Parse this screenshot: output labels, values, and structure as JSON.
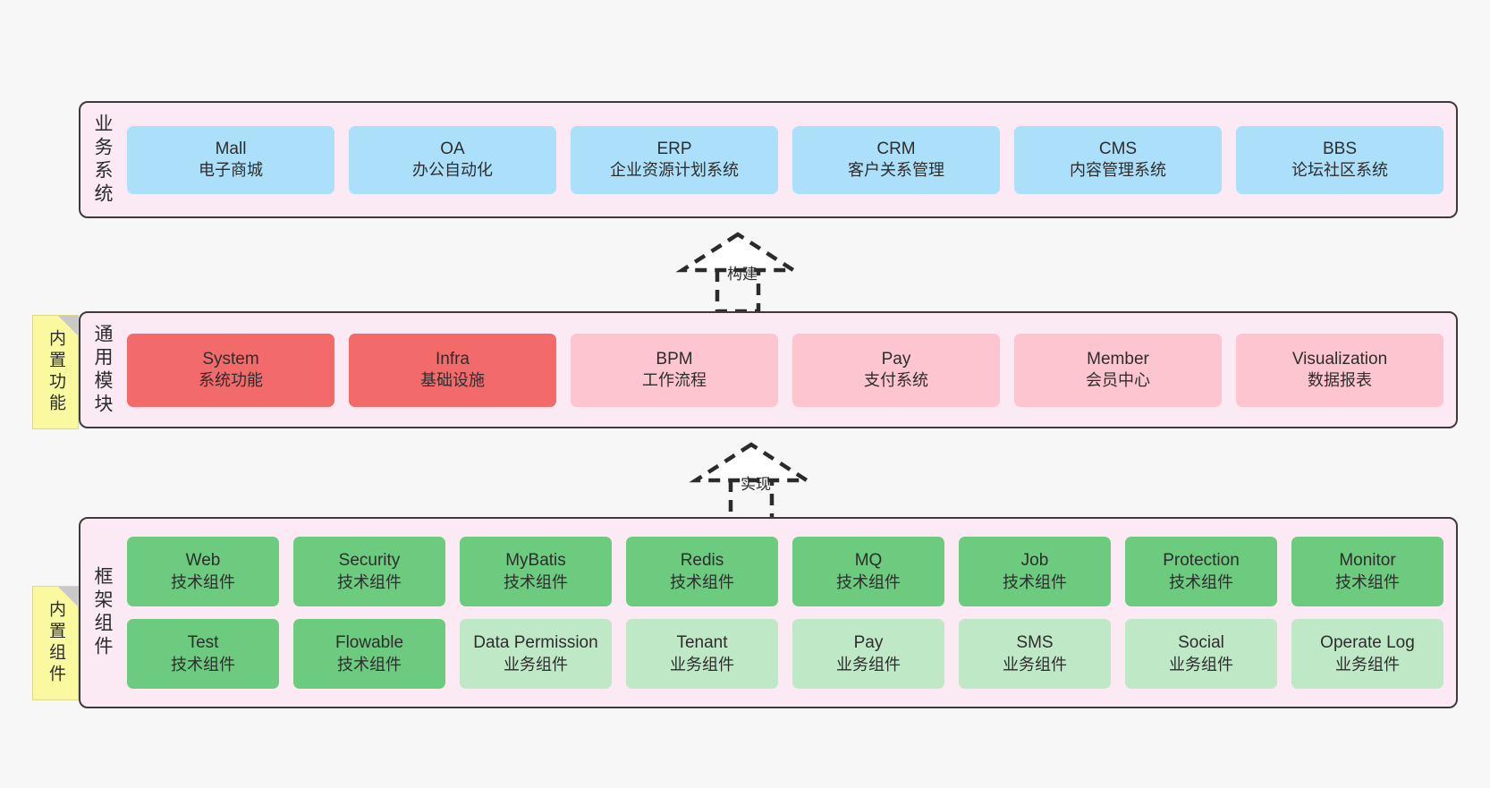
{
  "layers": [
    {
      "name": "business-system",
      "label": "业务系统",
      "rows": [
        [
          {
            "en": "Mall",
            "cn": "电子商城",
            "color": "#ace0fa"
          },
          {
            "en": "OA",
            "cn": "办公自动化",
            "color": "#ace0fa"
          },
          {
            "en": "ERP",
            "cn": "企业资源计划系统",
            "color": "#ace0fa"
          },
          {
            "en": "CRM",
            "cn": "客户关系管理",
            "color": "#ace0fa"
          },
          {
            "en": "CMS",
            "cn": "内容管理系统",
            "color": "#ace0fa"
          },
          {
            "en": "BBS",
            "cn": "论坛社区系统",
            "color": "#ace0fa"
          }
        ]
      ]
    },
    {
      "name": "common-module",
      "label": "通用模块",
      "rows": [
        [
          {
            "en": "System",
            "cn": "系统功能",
            "color": "#f26a6a"
          },
          {
            "en": "Infra",
            "cn": "基础设施",
            "color": "#f26a6a"
          },
          {
            "en": "BPM",
            "cn": "工作流程",
            "color": "#fcc5cf"
          },
          {
            "en": "Pay",
            "cn": "支付系统",
            "color": "#fcc5cf"
          },
          {
            "en": "Member",
            "cn": "会员中心",
            "color": "#fcc5cf"
          },
          {
            "en": "Visualization",
            "cn": "数据报表",
            "color": "#fcc5cf"
          }
        ]
      ]
    },
    {
      "name": "framework-component",
      "label": "框架组件",
      "rows": [
        [
          {
            "en": "Web",
            "cn": "技术组件",
            "color": "#6ccb7f"
          },
          {
            "en": "Security",
            "cn": "技术组件",
            "color": "#6ccb7f"
          },
          {
            "en": "MyBatis",
            "cn": "技术组件",
            "color": "#6ccb7f"
          },
          {
            "en": "Redis",
            "cn": "技术组件",
            "color": "#6ccb7f"
          },
          {
            "en": "MQ",
            "cn": "技术组件",
            "color": "#6ccb7f"
          },
          {
            "en": "Job",
            "cn": "技术组件",
            "color": "#6ccb7f"
          },
          {
            "en": "Protection",
            "cn": "技术组件",
            "color": "#6ccb7f"
          },
          {
            "en": "Monitor",
            "cn": "技术组件",
            "color": "#6ccb7f"
          }
        ],
        [
          {
            "en": "Test",
            "cn": "技术组件",
            "color": "#6ccb7f"
          },
          {
            "en": "Flowable",
            "cn": "技术组件",
            "color": "#6ccb7f"
          },
          {
            "en": "Data Permission",
            "cn": "业务组件",
            "color": "#bfe8c6"
          },
          {
            "en": "Tenant",
            "cn": "业务组件",
            "color": "#bfe8c6"
          },
          {
            "en": "Pay",
            "cn": "业务组件",
            "color": "#bfe8c6"
          },
          {
            "en": "SMS",
            "cn": "业务组件",
            "color": "#bfe8c6"
          },
          {
            "en": "Social",
            "cn": "业务组件",
            "color": "#bfe8c6"
          },
          {
            "en": "Operate Log",
            "cn": "业务组件",
            "color": "#bfe8c6"
          }
        ]
      ]
    }
  ],
  "notes": [
    {
      "name": "builtin-function",
      "label": "内置功能"
    },
    {
      "name": "builtin-component",
      "label": "内置组件"
    }
  ],
  "connectors": [
    {
      "name": "build",
      "label": "构建"
    },
    {
      "name": "implement",
      "label": "实现"
    }
  ],
  "colors": {
    "panel_bg": "#fbeaf3",
    "panel_border": "#3f3b3d",
    "note_bg": "#fbf9a0",
    "canvas_bg": "#f7f7f7"
  }
}
